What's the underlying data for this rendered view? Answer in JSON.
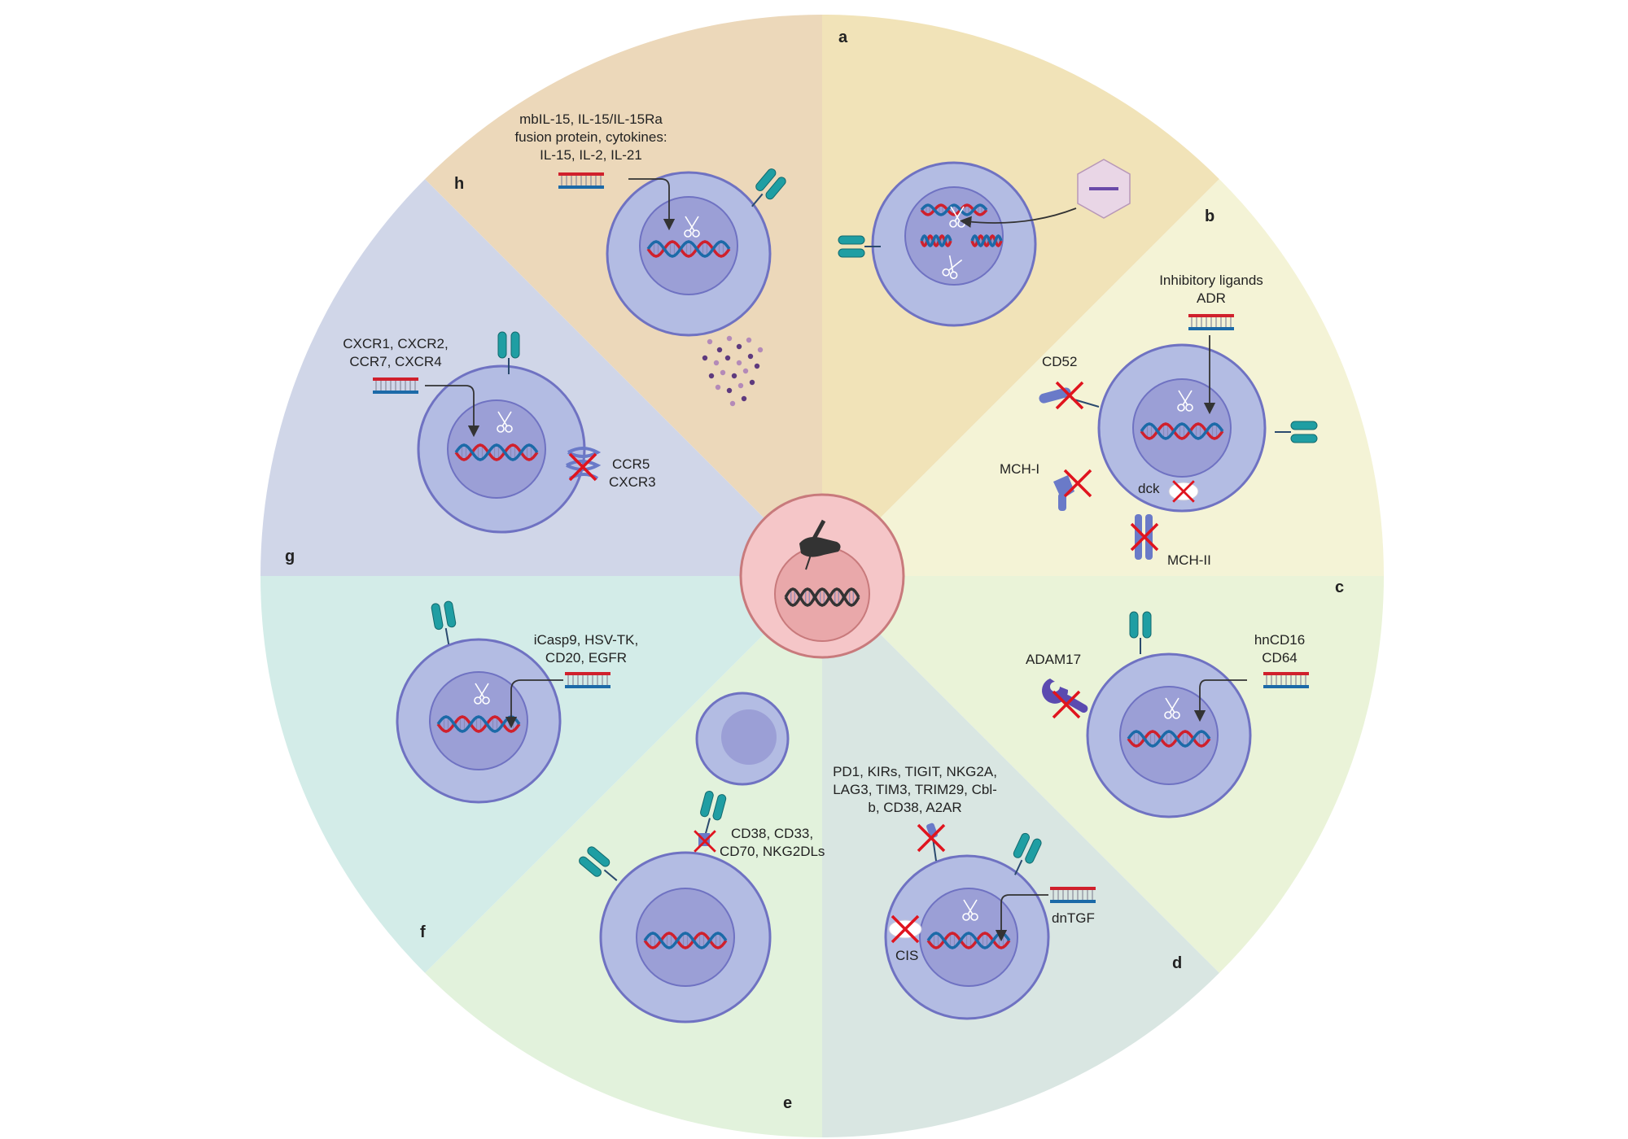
{
  "sectors": {
    "a": {
      "letter": "a",
      "color": "#f1e3b8"
    },
    "b": {
      "letter": "b",
      "color": "#f4f3d6"
    },
    "c": {
      "letter": "c",
      "color": "#eaf3d8"
    },
    "d": {
      "letter": "d",
      "color": "#d9e6e2"
    },
    "e": {
      "letter": "e",
      "color": "#e2f2dc"
    },
    "f": {
      "letter": "f",
      "color": "#d3ece8"
    },
    "g": {
      "letter": "g",
      "color": "#d0d6e8"
    },
    "h": {
      "letter": "h",
      "color": "#ecd8ba"
    }
  },
  "labels": {
    "b": {
      "inhibitory_line1": "Inhibitory ligands",
      "inhibitory_line2": "ADR",
      "cd52": "CD52",
      "mch1": "MCH-I",
      "dck": "dck",
      "mch2": "MCH-II"
    },
    "c": {
      "adam17": "ADAM17",
      "hncd16": "hnCD16",
      "cd64": "CD64"
    },
    "d": {
      "line1": "PD1, KIRs, TIGIT, NKG2A,",
      "line2": "LAG3, TIM3, TRIM29, Cbl-",
      "line3": "b, CD38, A2AR",
      "cis": "CIS",
      "dntgf": "dnTGF"
    },
    "e": {
      "line1": "CD38, CD33,",
      "line2": "CD70, NKG2DLs"
    },
    "f": {
      "line1": "iCasp9, HSV-TK,",
      "line2": "CD20, EGFR"
    },
    "g": {
      "line1": "CXCR1, CXCR2,",
      "line2": "CCR7, CXCR4",
      "ccr5": "CCR5",
      "cxcr3": "CXCR3"
    },
    "h": {
      "line1": "mbIL-15, IL-15/IL-15Ra",
      "line2": "fusion protein, cytokines:",
      "line3": "IL-15, IL-2, IL-21"
    }
  },
  "colors": {
    "center_outer": "#f5c6c8",
    "center_inner": "#e9a8aa",
    "cell_outer": "#b3bce3",
    "cell_inner": "#9b9fd6",
    "cell_stroke": "#6f72c2",
    "dna_red": "#d0202c",
    "dna_blue": "#1c6aa8",
    "receptor": "#1f9ea3",
    "cross": "#e0141e"
  },
  "icons": {
    "center": "hand-editing-dna-icon",
    "aav": "aav-capsid-icon",
    "scissors": "scissors-icon"
  }
}
